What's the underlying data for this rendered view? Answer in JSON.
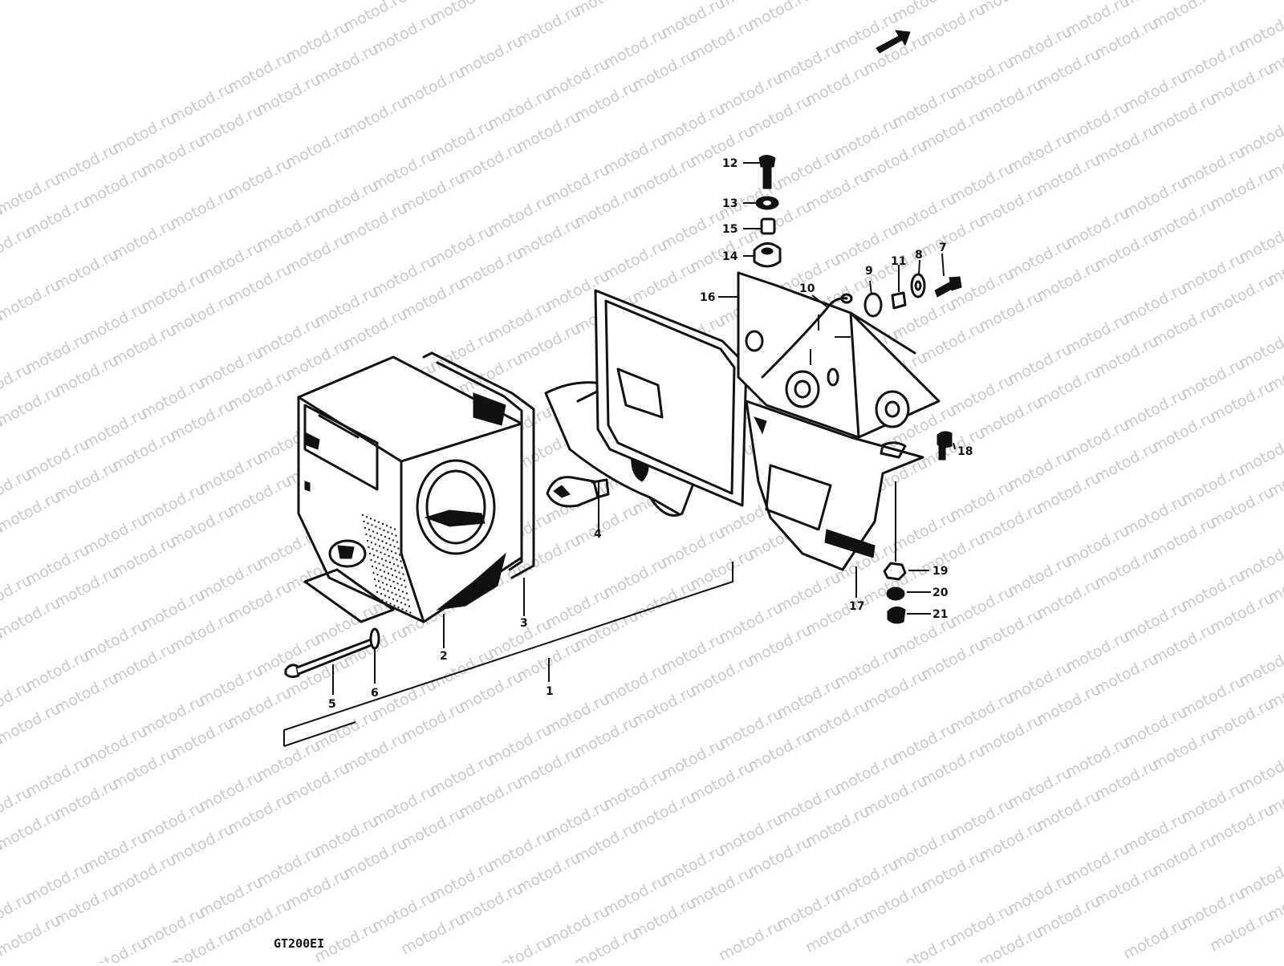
{
  "watermark": "motod.ru",
  "model_code": "GT200EI",
  "callouts": {
    "p1": "1",
    "p2": "2",
    "p3": "3",
    "p4": "4",
    "p5": "5",
    "p6": "6",
    "p7": "7",
    "p8": "8",
    "p9": "9",
    "p10": "10",
    "p11": "11",
    "p12": "12",
    "p13": "13",
    "p14": "14",
    "p15": "15",
    "p16": "16",
    "p17": "17",
    "p18": "18",
    "p19": "19",
    "p20": "20",
    "p21": "21"
  }
}
